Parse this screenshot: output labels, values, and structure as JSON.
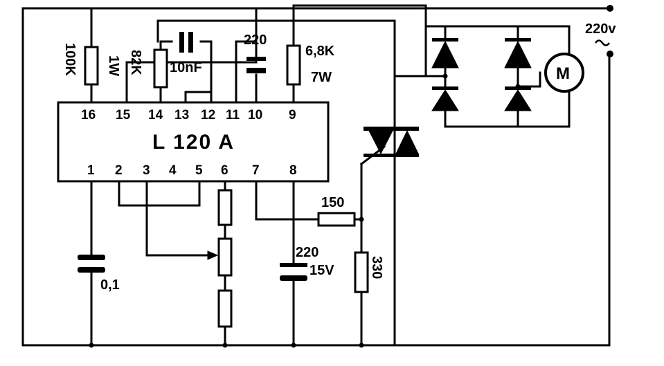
{
  "ic": {
    "name": "L 120 A",
    "top_pins": [
      "16",
      "15",
      "14",
      "13",
      "12",
      "11",
      "10",
      "9"
    ],
    "bottom_pins": [
      "1",
      "2",
      "3",
      "4",
      "5",
      "6",
      "7",
      "8"
    ]
  },
  "components": {
    "r_100k": "100K",
    "r_100k_power": "1W",
    "r_82k": "82K",
    "c_10nf": "10nF",
    "c_220_top": "220",
    "r_6k8": "6,8K",
    "r_6k8_power": "7W",
    "c_01": "0,1",
    "r_150": "150",
    "c_220_bottom": "220",
    "c_220_bottom_voltage": "15V",
    "r_330": "330",
    "motor": "M",
    "mains": "220v"
  }
}
